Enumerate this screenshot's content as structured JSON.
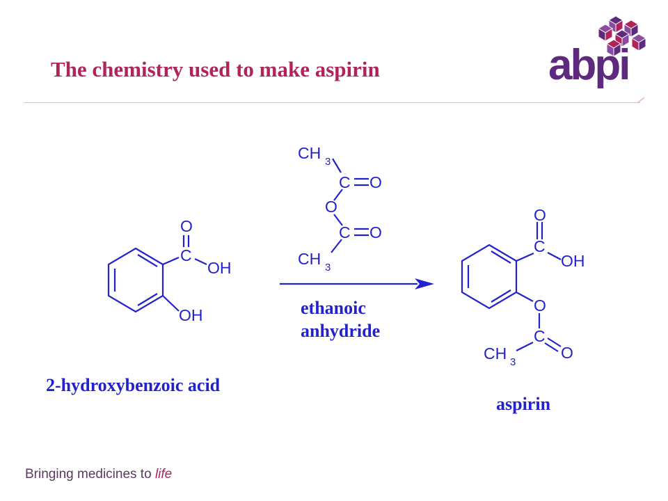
{
  "slide": {
    "title": "The chemistry used to make aspirin",
    "logo_text": "abpi",
    "tagline_main": "Bringing medicines to ",
    "tagline_emph": "life"
  },
  "reaction": {
    "reactant_label": "2-hydroxybenzoic acid",
    "reagent_label_line1": "ethanoic",
    "reagent_label_line2": "anhydride",
    "product_label": "aspirin"
  },
  "atoms": {
    "C": "C",
    "O": "O",
    "OH": "OH",
    "CH": "CH",
    "three": "3"
  },
  "colors": {
    "title": "#b0245a",
    "logo_purple": "#5e2a7e",
    "logo_pink": "#b0245a",
    "chem_blue": "#2222cc",
    "rule": "#e7b3c8"
  },
  "icons": {
    "logo_mark": "abpi-cube-logo-icon",
    "arrow": "reaction-arrow-icon"
  }
}
